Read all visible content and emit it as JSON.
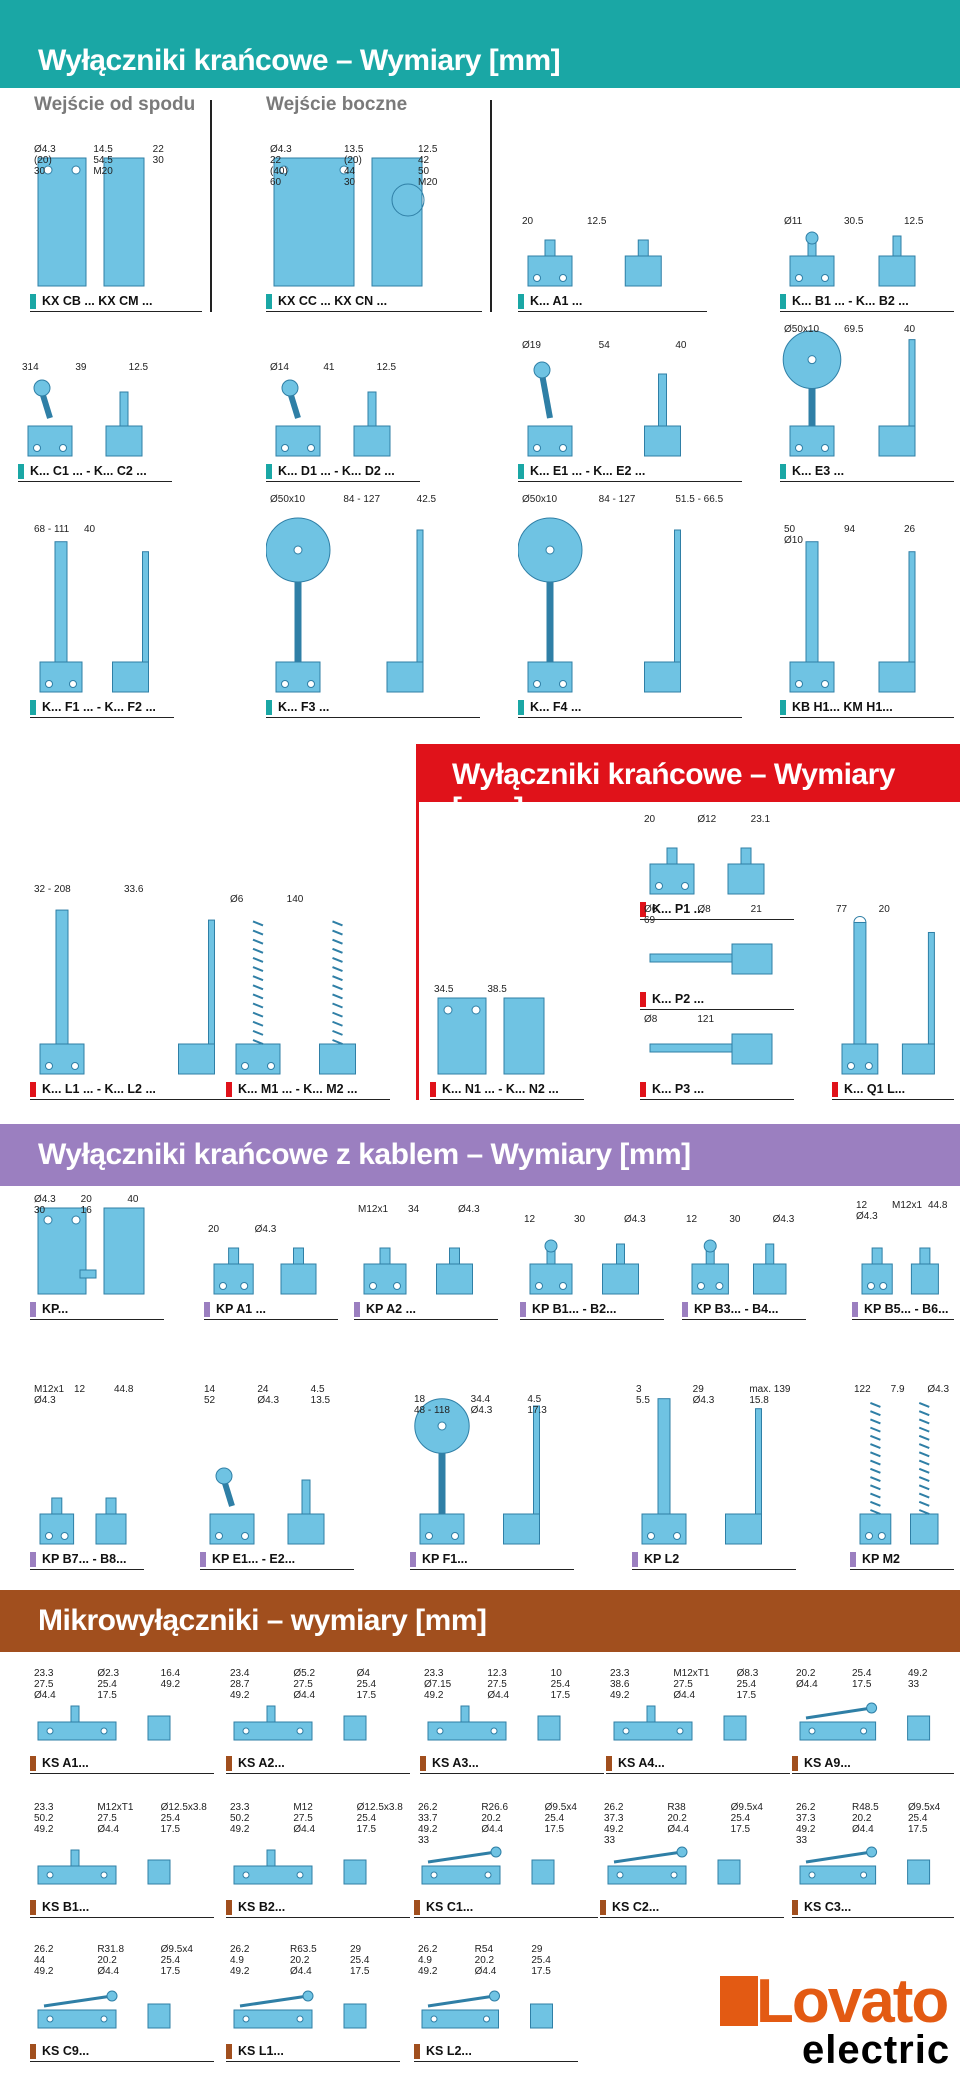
{
  "sections": {
    "s1_title": "Wyłączniki krańcowe – Wymiary [mm]",
    "s1_sub_left": "Wejście od spodu",
    "s1_sub_right": "Wejście boczne",
    "s2_title": "Wyłączniki krańcowe – Wymiary [mm]",
    "s3_title": "Wyłączniki krańcowe z kablem – Wymiary [mm]",
    "s4_title": "Mikrowyłączniki – wymiary [mm]"
  },
  "colors": {
    "teal": "#1aa7a5",
    "red": "#e0121a",
    "purple": "#9b7fc0",
    "brown": "#a14f1e",
    "device": "#6fc3e3",
    "device_dark": "#2f7fa6"
  },
  "cells": [
    {
      "label": "KX CB ...    KX CM ...",
      "accent": "teal",
      "dims": [
        "Ø4.3",
        "14.5",
        "22",
        "(20)",
        "54.5",
        "30",
        "30",
        "M20"
      ]
    },
    {
      "label": "KX CC ...    KX CN ...",
      "accent": "teal",
      "dims": [
        "Ø4.3",
        "13.5",
        "12.5",
        "22",
        "(20)",
        "42",
        "(40)",
        "44",
        "50",
        "60",
        "30",
        "M20"
      ]
    },
    {
      "label": "K... A1 ...",
      "accent": "teal",
      "dims": [
        "20",
        "12.5"
      ]
    },
    {
      "label": "K... B1 ... - K... B2 ...",
      "accent": "teal",
      "dims": [
        "Ø11",
        "30.5",
        "12.5"
      ]
    },
    {
      "label": "K... C1 ... - K... C2 ...",
      "accent": "teal",
      "dims": [
        "314",
        "39",
        "12.5"
      ]
    },
    {
      "label": "K... D1 ... - K... D2 ...",
      "accent": "teal",
      "dims": [
        "Ø14",
        "41",
        "12.5"
      ]
    },
    {
      "label": "K... E1 ... - K... E2 ...",
      "accent": "teal",
      "dims": [
        "Ø19",
        "54",
        "40"
      ]
    },
    {
      "label": "K... E3 ...",
      "accent": "teal",
      "dims": [
        "Ø50x10",
        "69.5",
        "40"
      ]
    },
    {
      "label": "K... F1 ... - K... F2 ...",
      "accent": "teal",
      "dims": [
        "68 - 111",
        "40"
      ]
    },
    {
      "label": "K... F3 ...",
      "accent": "teal",
      "dims": [
        "Ø50x10",
        "84 - 127",
        "42.5"
      ]
    },
    {
      "label": "K... F4 ...",
      "accent": "teal",
      "dims": [
        "Ø50x10",
        "84 - 127",
        "51.5 - 66.5"
      ]
    },
    {
      "label": "KB H1...   KM H1...",
      "accent": "teal",
      "dims": [
        "50",
        "94",
        "26",
        "Ø10"
      ]
    },
    {
      "label": "K... L1 ... - K... L2 ...",
      "accent": "red",
      "dims": [
        "32 - 208",
        "33.6"
      ]
    },
    {
      "label": "K... M1 ... - K... M2 ...",
      "accent": "red",
      "dims": [
        "Ø6",
        "140"
      ]
    },
    {
      "label": "K... N1 ... - K... N2 ...",
      "accent": "red",
      "dims": [
        "34.5",
        "38.5"
      ]
    },
    {
      "label": "K... P1 ...",
      "accent": "red",
      "dims": [
        "20",
        "Ø12",
        "23.1"
      ]
    },
    {
      "label": "K... P2 ...",
      "accent": "red",
      "dims": [
        "Ø6",
        "Ø8",
        "21",
        "69"
      ]
    },
    {
      "label": "K... P3 ...",
      "accent": "red",
      "dims": [
        "Ø8",
        "121"
      ]
    },
    {
      "label": "K... Q1 L...",
      "accent": "red",
      "dims": [
        "77",
        "20"
      ]
    },
    {
      "label": "KP...",
      "accent": "purple",
      "dims": [
        "Ø4.3",
        "20",
        "40",
        "30",
        "16"
      ]
    },
    {
      "label": "KP A1 ...",
      "accent": "purple",
      "dims": [
        "20",
        "Ø4.3"
      ]
    },
    {
      "label": "KP A2 ...",
      "accent": "purple",
      "dims": [
        "M12x1",
        "34",
        "Ø4.3"
      ]
    },
    {
      "label": "KP B1... - B2...",
      "accent": "purple",
      "dims": [
        "12",
        "30",
        "Ø4.3"
      ]
    },
    {
      "label": "KP B3... - B4...",
      "accent": "purple",
      "dims": [
        "12",
        "30",
        "Ø4.3"
      ]
    },
    {
      "label": "KP B5... - B6...",
      "accent": "purple",
      "dims": [
        "12",
        "M12x1",
        "44.8",
        "Ø4.3"
      ]
    },
    {
      "label": "KP B7... - B8...",
      "accent": "purple",
      "dims": [
        "M12x1",
        "12",
        "44.8",
        "Ø4.3"
      ]
    },
    {
      "label": "KP E1... - E2...",
      "accent": "purple",
      "dims": [
        "14",
        "24",
        "4.5",
        "52",
        "Ø4.3",
        "13.5"
      ]
    },
    {
      "label": "KP F1...",
      "accent": "purple",
      "dims": [
        "18",
        "34.4",
        "4.5",
        "48 - 118",
        "Ø4.3",
        "17.3"
      ]
    },
    {
      "label": "KP L2",
      "accent": "purple",
      "dims": [
        "3",
        "29",
        "max. 139",
        "5.5",
        "Ø4.3",
        "15.8"
      ]
    },
    {
      "label": "KP M2",
      "accent": "purple",
      "dims": [
        "122",
        "7.9",
        "Ø4.3"
      ]
    },
    {
      "label": "KS A1...",
      "accent": "brown",
      "dims": [
        "23.3",
        "Ø2.3",
        "16.4",
        "27.5",
        "25.4",
        "49.2",
        "Ø4.4",
        "17.5"
      ]
    },
    {
      "label": "KS A2...",
      "accent": "brown",
      "dims": [
        "23.4",
        "Ø5.2",
        "Ø4",
        "28.7",
        "27.5",
        "25.4",
        "49.2",
        "Ø4.4",
        "17.5"
      ]
    },
    {
      "label": "KS A3...",
      "accent": "brown",
      "dims": [
        "23.3",
        "12.3",
        "10",
        "Ø7.15",
        "27.5",
        "25.4",
        "49.2",
        "Ø4.4",
        "17.5"
      ]
    },
    {
      "label": "KS A4...",
      "accent": "brown",
      "dims": [
        "23.3",
        "M12xT1",
        "Ø8.3",
        "38.6",
        "27.5",
        "25.4",
        "49.2",
        "Ø4.4",
        "17.5"
      ]
    },
    {
      "label": "KS A9...",
      "accent": "brown",
      "dims": [
        "20.2",
        "25.4",
        "49.2",
        "Ø4.4",
        "17.5",
        "33"
      ]
    },
    {
      "label": "KS B1...",
      "accent": "brown",
      "dims": [
        "23.3",
        "M12xT1",
        "Ø12.5x3.8",
        "50.2",
        "27.5",
        "25.4",
        "49.2",
        "Ø4.4",
        "17.5"
      ]
    },
    {
      "label": "KS B2...",
      "accent": "brown",
      "dims": [
        "23.3",
        "M12",
        "Ø12.5x3.8",
        "50.2",
        "27.5",
        "25.4",
        "49.2",
        "Ø4.4",
        "17.5"
      ]
    },
    {
      "label": "KS C1...",
      "accent": "brown",
      "dims": [
        "26.2",
        "R26.6",
        "Ø9.5x4",
        "33.7",
        "20.2",
        "25.4",
        "49.2",
        "Ø4.4",
        "17.5",
        "33"
      ]
    },
    {
      "label": "KS C2...",
      "accent": "brown",
      "dims": [
        "26.2",
        "R38",
        "Ø9.5x4",
        "37.3",
        "20.2",
        "25.4",
        "49.2",
        "Ø4.4",
        "17.5",
        "33"
      ]
    },
    {
      "label": "KS C3...",
      "accent": "brown",
      "dims": [
        "26.2",
        "R48.5",
        "Ø9.5x4",
        "37.3",
        "20.2",
        "25.4",
        "49.2",
        "Ø4.4",
        "17.5",
        "33"
      ]
    },
    {
      "label": "KS C9...",
      "accent": "brown",
      "dims": [
        "26.2",
        "R31.8",
        "Ø9.5x4",
        "44",
        "20.2",
        "25.4",
        "49.2",
        "Ø4.4",
        "17.5"
      ]
    },
    {
      "label": "KS L1...",
      "accent": "brown",
      "dims": [
        "26.2",
        "R63.5",
        "29",
        "4.9",
        "20.2",
        "25.4",
        "49.2",
        "Ø4.4",
        "17.5"
      ]
    },
    {
      "label": "KS L2...",
      "accent": "brown",
      "dims": [
        "26.2",
        "R54",
        "29",
        "4.9",
        "20.2",
        "25.4",
        "49.2",
        "Ø4.4",
        "17.5"
      ]
    }
  ],
  "logo": {
    "brand": "Lovato",
    "sub": "electric"
  }
}
